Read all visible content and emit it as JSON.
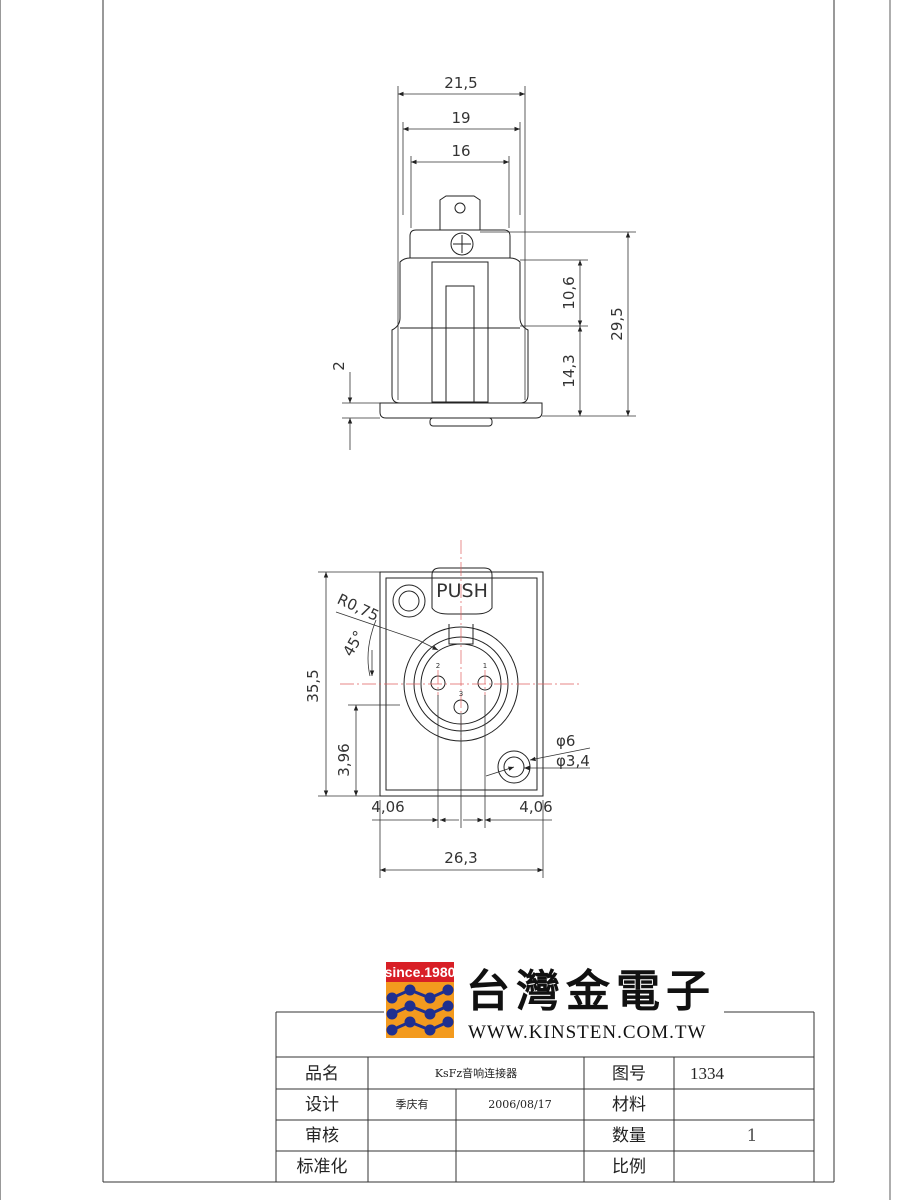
{
  "top_view": {
    "dim_width_outer": "21,5",
    "dim_width_mid": "19",
    "dim_width_inner": "16",
    "dim_height_total": "29,5",
    "dim_height_upper": "10,6",
    "dim_height_lower": "14,3",
    "dim_flange": "2"
  },
  "front_view": {
    "push_label": "PUSH",
    "dim_radius": "R0,75",
    "dim_angle": "45°",
    "dim_height": "35,5",
    "dim_hole_offset_v": "3,96",
    "dim_hole_offset_left": "4,06",
    "dim_hole_offset_right": "4,06",
    "dim_width": "26,3",
    "dim_hole_outer": "φ6",
    "dim_hole_inner": "φ3,4",
    "pin_1": "1",
    "pin_2": "2",
    "pin_3": "3"
  },
  "logo": {
    "since": "since.1980",
    "company": "台灣金電子",
    "url": "WWW.KINSTEN.COM.TW"
  },
  "title_block": {
    "label_name": "品名",
    "value_name": "KsFz音响连接器",
    "label_drawing_no": "图号",
    "value_drawing_no": "1334",
    "label_design": "设计",
    "value_designer": "季庆有",
    "value_date": "2006/08/17",
    "label_material": "材料",
    "label_review": "审核",
    "label_quantity": "数量",
    "value_quantity": "1",
    "label_standard": "标准化",
    "label_scale": "比例"
  },
  "colors": {
    "line": "#222222",
    "center_line": "#e06060",
    "logo_blue": "#1f2f8f",
    "logo_orange": "#f39a1e",
    "logo_red": "#d81f26"
  }
}
